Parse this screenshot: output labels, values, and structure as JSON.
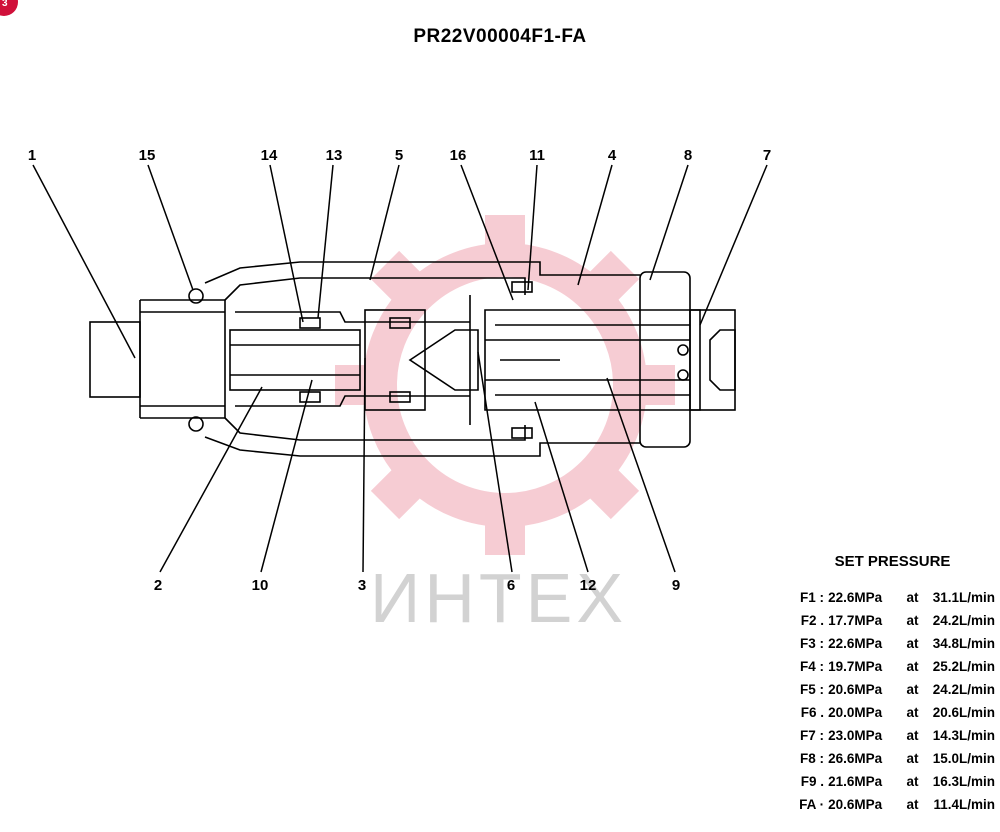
{
  "badge": {
    "text": "3"
  },
  "title": "PR22V00004F1-FA",
  "callouts": [
    "1",
    "15",
    "14",
    "13",
    "5",
    "16",
    "11",
    "4",
    "8",
    "7",
    "2",
    "10",
    "3",
    "6",
    "12",
    "9"
  ],
  "watermark": "ИНТЕХ",
  "set_pressure": {
    "title": "SET PRESSURE",
    "rows": [
      {
        "label": "F1 :",
        "pressure": "22.6MPa",
        "at": "at",
        "flow": "31.1L/min"
      },
      {
        "label": "F2 .",
        "pressure": "17.7MPa",
        "at": "at",
        "flow": "24.2L/min"
      },
      {
        "label": "F3 :",
        "pressure": "22.6MPa",
        "at": "at",
        "flow": "34.8L/min"
      },
      {
        "label": "F4 :",
        "pressure": "19.7MPa",
        "at": "at",
        "flow": "25.2L/min"
      },
      {
        "label": "F5 :",
        "pressure": "20.6MPa",
        "at": "at",
        "flow": "24.2L/min"
      },
      {
        "label": "F6 .",
        "pressure": "20.0MPa",
        "at": "at",
        "flow": "20.6L/min"
      },
      {
        "label": "F7 :",
        "pressure": "23.0MPa",
        "at": "at",
        "flow": "14.3L/min"
      },
      {
        "label": "F8 :",
        "pressure": "26.6MPa",
        "at": "at",
        "flow": "15.0L/min"
      },
      {
        "label": "F9 .",
        "pressure": "21.6MPa",
        "at": "at",
        "flow": "16.3L/min"
      },
      {
        "label": "FA ·",
        "pressure": "20.6MPa",
        "at": "at",
        "flow": "11.4L/min"
      }
    ]
  }
}
